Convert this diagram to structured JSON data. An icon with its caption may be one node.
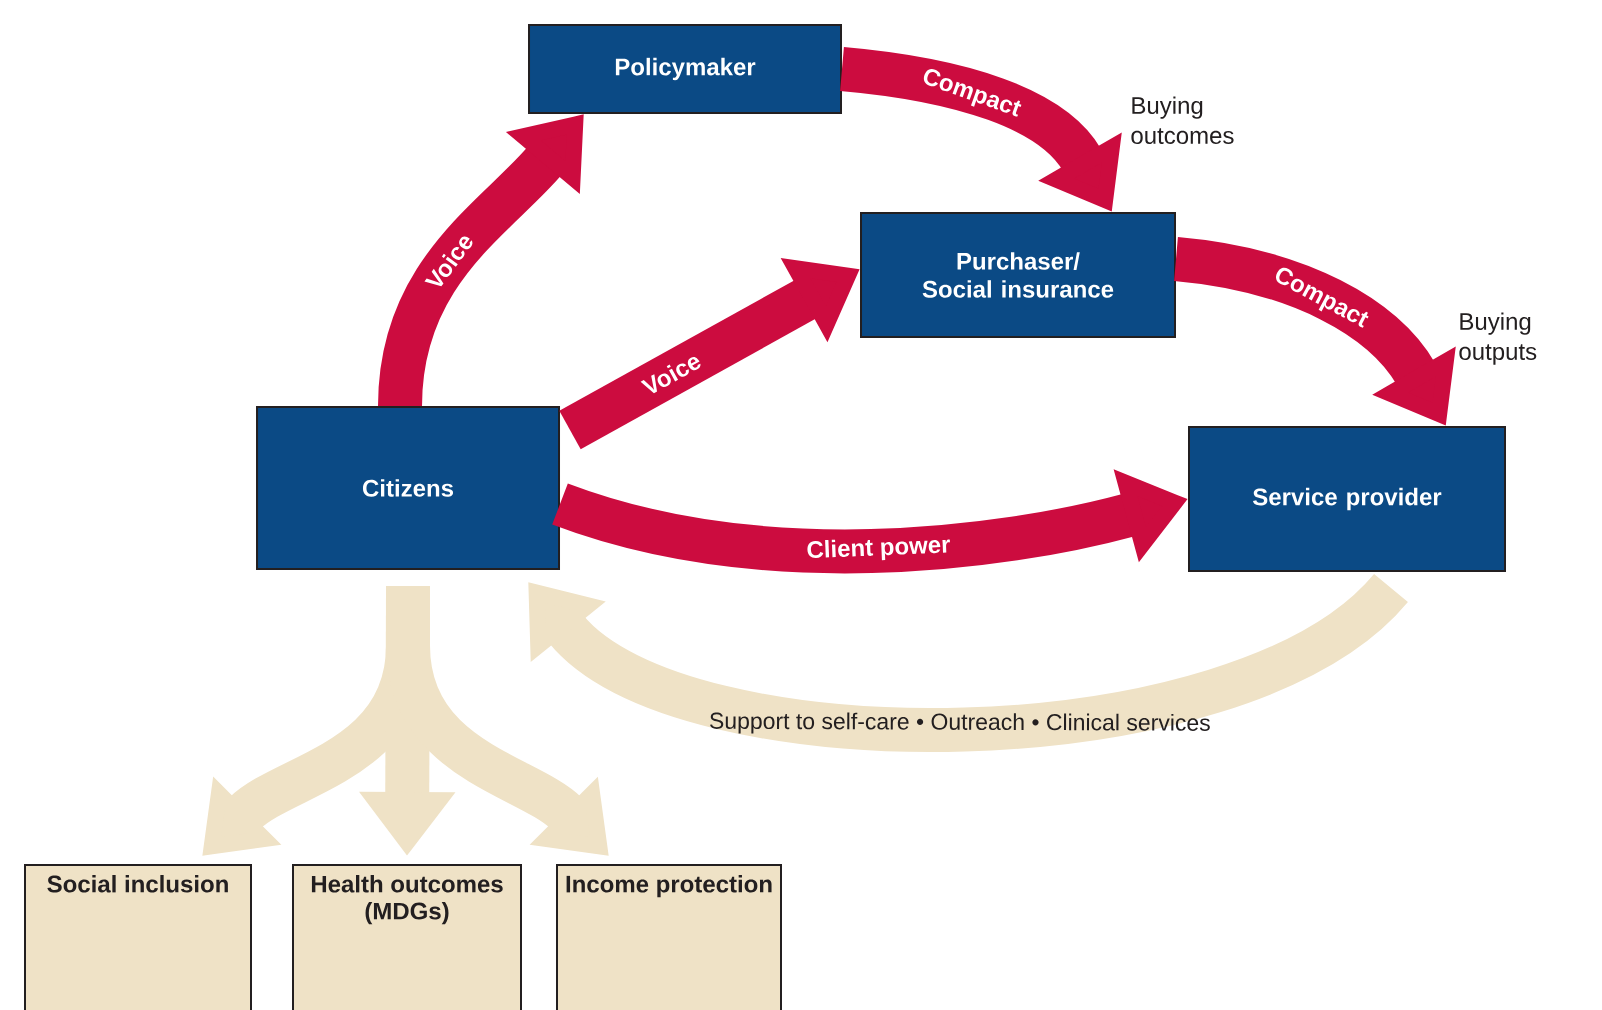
{
  "diagram": {
    "nodes": [
      {
        "text": [
          "Policymaker"
        ]
      },
      {
        "text": [
          "Purchaser/ Social insurance"
        ]
      },
      {
        "text": [
          "Citizens"
        ]
      },
      {
        "text": [
          "Service provider"
        ]
      },
      {
        "text": [
          "Social inclusion"
        ]
      },
      {
        "text": [
          "Health outcomes (MDGs)"
        ]
      },
      {
        "text": [
          "Income protection"
        ]
      }
    ],
    "edges": [
      {
        "from": 2,
        "to": 0,
        "arrow": "to",
        "label": "Voice",
        "color": "#cc0c3f"
      },
      {
        "from": 2,
        "to": 1,
        "arrow": "to",
        "label": "Voice",
        "color": "#cc0c3f"
      },
      {
        "from": 0,
        "to": 1,
        "arrow": "to",
        "label": "Compact",
        "color": "#cc0c3f"
      },
      {
        "from": 1,
        "to": 3,
        "arrow": "to",
        "label": "Compact",
        "color": "#cc0c3f"
      },
      {
        "from": 2,
        "to": 3,
        "arrow": "to",
        "label": "Client power",
        "color": "#cc0c3f"
      },
      {
        "from": 3,
        "to": 2,
        "arrow": "to",
        "label": "Support to self-care • Outreach • Clinical services",
        "color": "#efe2c6"
      },
      {
        "from": 2,
        "to": 4,
        "arrow": "to",
        "color": "#efe2c6"
      },
      {
        "from": 2,
        "to": 5,
        "arrow": "to",
        "color": "#efe2c6"
      },
      {
        "from": 2,
        "to": 6,
        "arrow": "to",
        "color": "#efe2c6"
      }
    ],
    "labels": [
      "Buying outcomes",
      "Buying outputs"
    ]
  }
}
